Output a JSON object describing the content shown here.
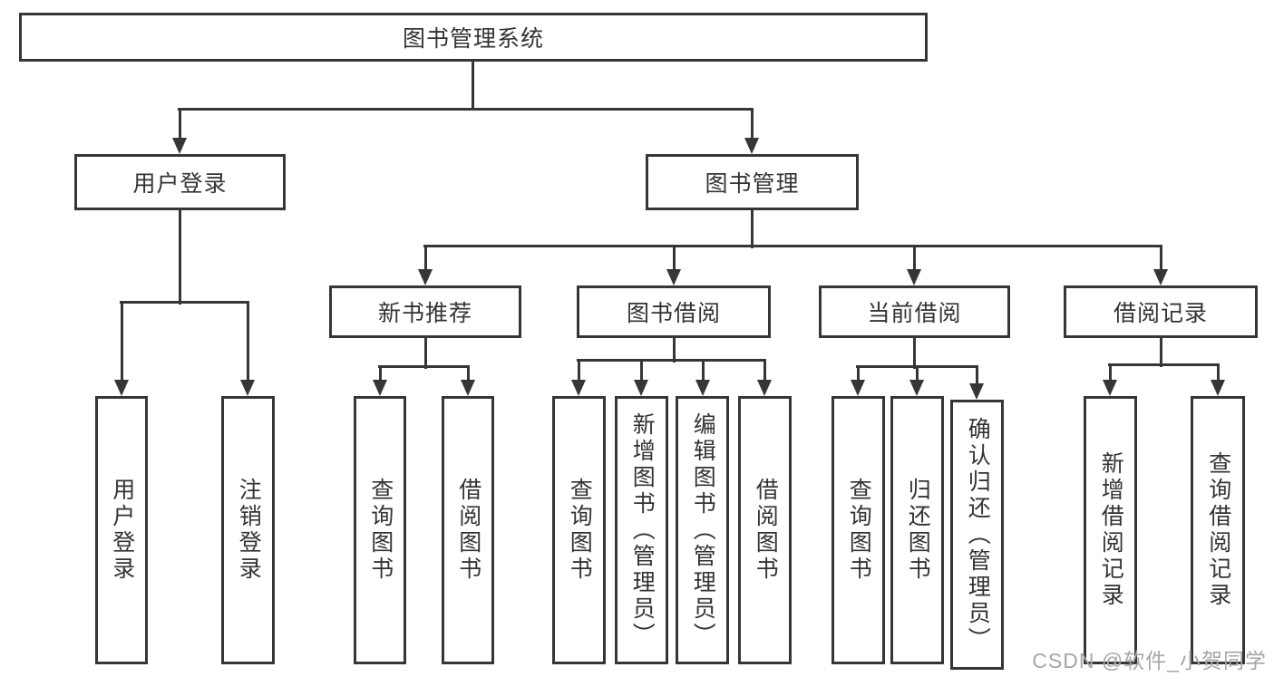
{
  "nodes": {
    "root": "图书管理系统",
    "user_login": "用户登录",
    "book_management": "图书管理",
    "new_book_recommend": "新书推荐",
    "book_borrowing": "图书借阅",
    "current_borrowing": "当前借阅",
    "borrowing_records": "借阅记录",
    "leaf_user_login": "用户登录",
    "leaf_logout": "注销登录",
    "leaf_query_books_recommend": "查询图书",
    "leaf_borrow_books_recommend": "借阅图书",
    "leaf_query_books_borrowing": "查询图书",
    "leaf_add_book_admin": "新增图书（管理员）",
    "leaf_edit_book_admin": "编辑图书（管理员）",
    "leaf_borrow_books_borrowing": "借阅图书",
    "leaf_query_books_current": "查询图书",
    "leaf_return_books": "归还图书",
    "leaf_confirm_return_admin": "确认归还（管理员）",
    "leaf_add_borrow_record": "新增借阅记录",
    "leaf_query_borrow_record": "查询借阅记录"
  },
  "watermark": "CSDN @软件_小贺同学",
  "colors": {
    "line": "#363636",
    "text": "#333333",
    "background": "#ffffff",
    "watermark": "#a6a6a6"
  }
}
